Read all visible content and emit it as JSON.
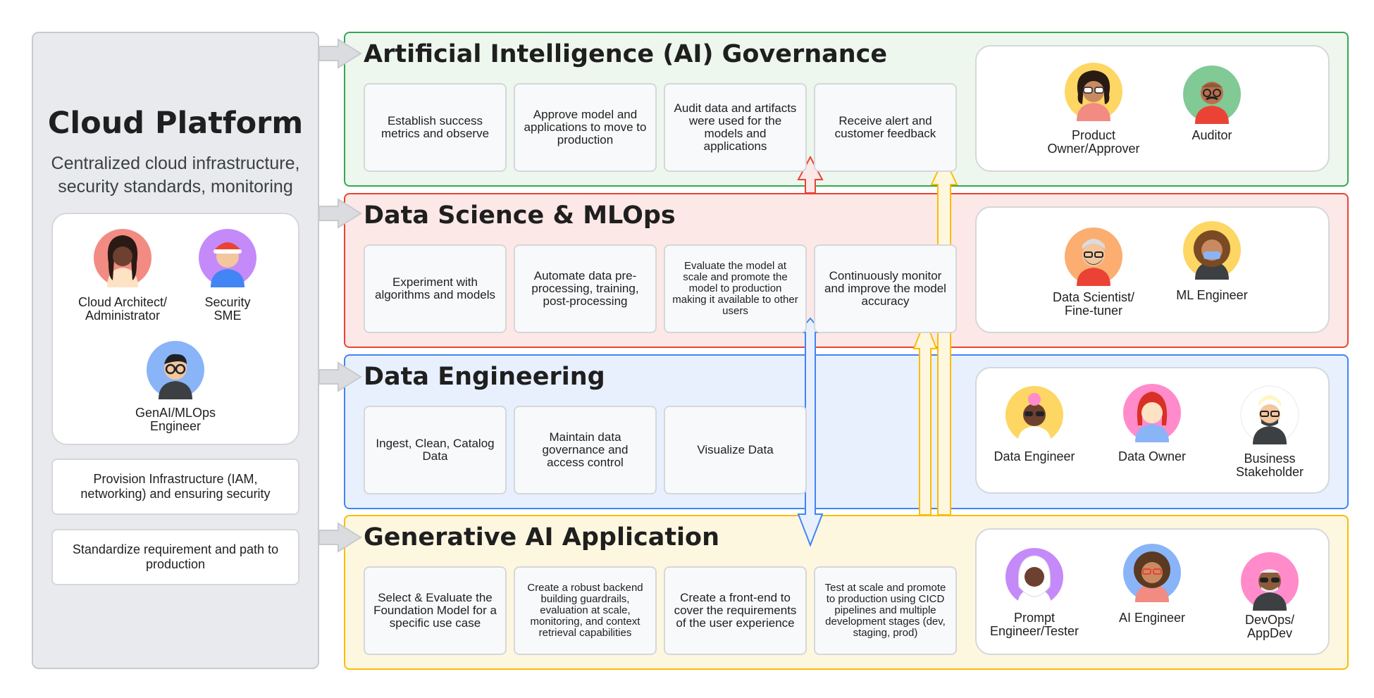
{
  "cloud_platform": {
    "title": "Cloud Platform",
    "subtitle_line1": "Centralized cloud infrastructure,",
    "subtitle_line2": "security standards, monitoring",
    "personas": [
      {
        "label_line1": "Cloud Architect/",
        "label_line2": "Administrator",
        "bg": "#f28b82"
      },
      {
        "label_line1": "Security",
        "label_line2": "SME",
        "bg": "#c58af9"
      },
      {
        "label_line1": "GenAI/MLOps",
        "label_line2": "Engineer",
        "bg": "#8ab4f8"
      }
    ],
    "tasks": [
      "Provision Infrastructure (IAM, networking) and ensuring security",
      "Standardize requirement and path to production"
    ]
  },
  "layers": {
    "governance": {
      "title": "Artificial Intelligence (AI) Governance",
      "border": "#34a853",
      "fill": "#eef7ee",
      "tasks": [
        "Establish success metrics and observe",
        "Approve model and applications to move to production",
        "Audit data and artifacts were used for the models and applications",
        "Receive alert and customer feedback"
      ],
      "personas": [
        {
          "label_line1": "Product",
          "label_line2": "Owner/Approver",
          "bg": "#fdd663"
        },
        {
          "label_line1": "Auditor",
          "label_line2": "",
          "bg": "#81c995"
        }
      ]
    },
    "data_science": {
      "title": "Data Science & MLOps",
      "border": "#ea4335",
      "fill": "#fce8e6",
      "tasks": [
        "Experiment with algorithms and models",
        "Automate data pre-processing, training, post-processing",
        "Evaluate the model at scale and promote the model to production making it available to other users",
        "Continuously monitor and improve the model accuracy"
      ],
      "personas": [
        {
          "label_line1": "Data Scientist/",
          "label_line2": "Fine-tuner",
          "bg": "#fcad70"
        },
        {
          "label_line1": "ML Engineer",
          "label_line2": "",
          "bg": "#fdd663"
        }
      ]
    },
    "data_engineering": {
      "title": "Data Engineering",
      "border": "#4285f4",
      "fill": "#e8f0fe",
      "tasks": [
        "Ingest, Clean, Catalog Data",
        "Maintain data governance and access control",
        "Visualize Data"
      ],
      "personas": [
        {
          "label_line1": "Data Engineer",
          "label_line2": "",
          "bg": "#fdd663"
        },
        {
          "label_line1": "Data Owner",
          "label_line2": "",
          "bg": "#ff8bcb"
        },
        {
          "label_line1": "Business",
          "label_line2": "Stakeholder",
          "bg": "#ffffff"
        }
      ]
    },
    "genai_app": {
      "title": "Generative AI Application",
      "border": "#fbbc04",
      "fill": "#fef7e0",
      "tasks": [
        "Select & Evaluate the Foundation Model for a specific use case",
        "Create a robust backend building guardrails, evaluation at scale, monitoring, and context retrieval capabilities",
        "Create a front-end to cover the requirements of the user experience",
        "Test at scale and promote to production using CICD pipelines and multiple development stages (dev, staging, prod)"
      ],
      "personas": [
        {
          "label_line1": "Prompt",
          "label_line2": "Engineer/Tester",
          "bg": "#c58af9"
        },
        {
          "label_line1": "AI Engineer",
          "label_line2": "",
          "bg": "#8ab4f8"
        },
        {
          "label_line1": "DevOps/",
          "label_line2": "AppDev",
          "bg": "#ff8bcb"
        }
      ]
    }
  },
  "connector_colors": {
    "red": "#ea4335",
    "blue": "#4285f4",
    "yellow": "#fbbc04",
    "gray": "#c8cacd"
  }
}
